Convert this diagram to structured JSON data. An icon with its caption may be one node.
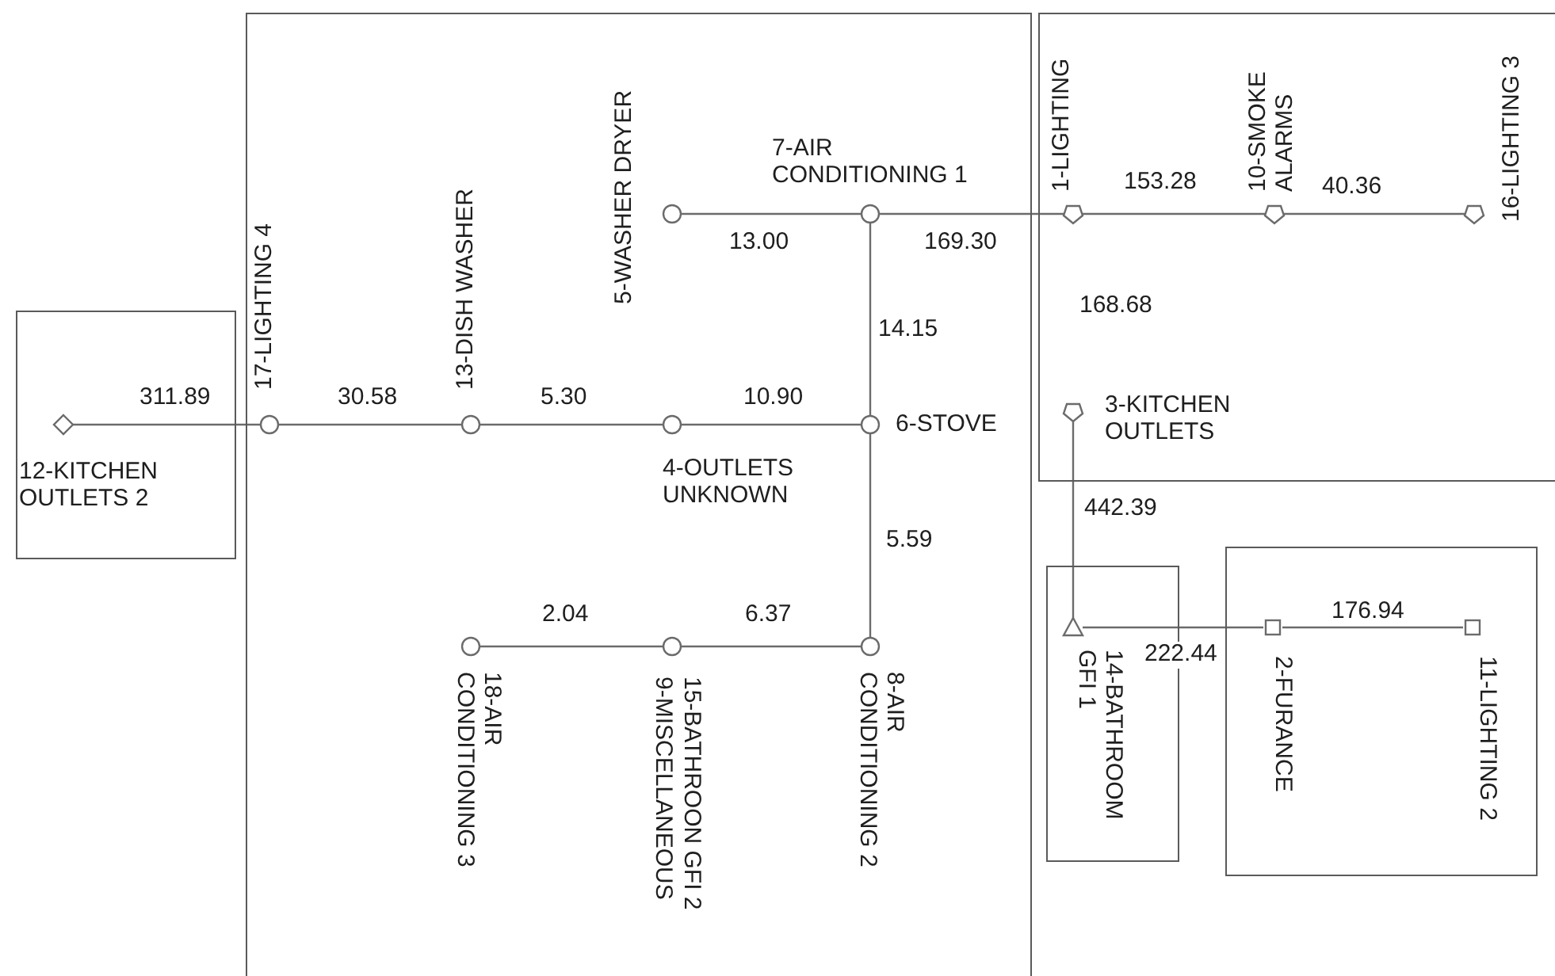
{
  "diagram": {
    "nodes": [
      {
        "text": [],
        "shape": "box"
      },
      {
        "text": [],
        "shape": "diamond",
        "beside": [
          "12-KITCHEN OUTLETS 2"
        ],
        "in": 0
      },
      {
        "text": [],
        "shape": "box"
      },
      {
        "text": [],
        "shape": "circle",
        "beside": [
          "17-LIGHTING 4"
        ],
        "in": 2
      },
      {
        "text": [],
        "shape": "circle",
        "beside": [
          "13-DISH WASHER"
        ],
        "in": 2
      },
      {
        "text": [],
        "shape": "circle",
        "beside": [
          "5-WASHER DRYER"
        ],
        "in": 2
      },
      {
        "text": [],
        "shape": "circle",
        "beside": [
          "7-AIR CONDITIONING 1"
        ],
        "in": 2
      },
      {
        "text": [],
        "shape": "circle",
        "beside": [
          "4-OUTLETS UNKNOWN"
        ],
        "in": 2
      },
      {
        "text": [],
        "shape": "circle",
        "beside": [
          "6-STOVE"
        ],
        "in": 2
      },
      {
        "text": [],
        "shape": "circle",
        "beside": [
          "18-AIR CONDITIONING 3"
        ],
        "in": 2
      },
      {
        "text": [],
        "shape": "circle",
        "beside": [
          "15-BATHROON GFI 2",
          "9-MISCELLANEOUS"
        ],
        "in": 2
      },
      {
        "text": [],
        "shape": "circle",
        "beside": [
          "8-AIR CONDITIONING 2"
        ],
        "in": 2
      },
      {
        "text": [],
        "shape": "box"
      },
      {
        "text": [],
        "shape": "pentagon",
        "beside": [
          "1-LIGHTING"
        ],
        "in": 12
      },
      {
        "text": [],
        "shape": "pentagon",
        "beside": [
          "10-SMOKE ALARMS"
        ],
        "in": 12
      },
      {
        "text": [],
        "shape": "pentagon",
        "beside": [
          "16-LIGHTING 3"
        ],
        "in": 12
      },
      {
        "text": [],
        "shape": "pentagon",
        "beside": [
          "3-KITCHEN OUTLETS"
        ],
        "in": 12
      },
      {
        "text": [],
        "shape": "box"
      },
      {
        "text": [],
        "shape": "triangle",
        "beside": [
          "14-BATHROOM GFI 1"
        ],
        "in": 17
      },
      {
        "text": [],
        "shape": "box"
      },
      {
        "text": [],
        "shape": "square",
        "beside": [
          "2-FURANCE"
        ],
        "in": 19
      },
      {
        "text": [],
        "shape": "square",
        "beside": [
          "11-LIGHTING 2"
        ],
        "in": 19
      }
    ],
    "edges": [
      {
        "from": 1,
        "to": 3,
        "arrow": "none",
        "label": "311.89"
      },
      {
        "from": 3,
        "to": 4,
        "arrow": "none",
        "label": "30.58"
      },
      {
        "from": 4,
        "to": 7,
        "arrow": "none",
        "label": "5.30"
      },
      {
        "from": 7,
        "to": 8,
        "arrow": "none",
        "label": "10.90"
      },
      {
        "from": 5,
        "to": 6,
        "arrow": "none",
        "label": "13.00"
      },
      {
        "from": 6,
        "to": 8,
        "arrow": "none",
        "label": "14.15"
      },
      {
        "from": 6,
        "to": 13,
        "arrow": "none",
        "label": "169.30"
      },
      {
        "from": 13,
        "to": 14,
        "arrow": "none",
        "label": "153.28"
      },
      {
        "from": 14,
        "to": 15,
        "arrow": "none",
        "label": "40.36"
      },
      {
        "from": 8,
        "to": 11,
        "arrow": "none",
        "label": "5.59"
      },
      {
        "from": 11,
        "to": 10,
        "arrow": "none",
        "label": "6.37"
      },
      {
        "from": 10,
        "to": 9,
        "arrow": "none",
        "label": "2.04"
      },
      {
        "from": 16,
        "to": 18,
        "arrow": "none",
        "label": "442.39"
      },
      {
        "from": 18,
        "to": 20,
        "arrow": "none",
        "label": "222.44"
      },
      {
        "from": 20,
        "to": 21,
        "arrow": "none",
        "label": "176.94"
      }
    ],
    "labels": [
      "168.68"
    ]
  }
}
